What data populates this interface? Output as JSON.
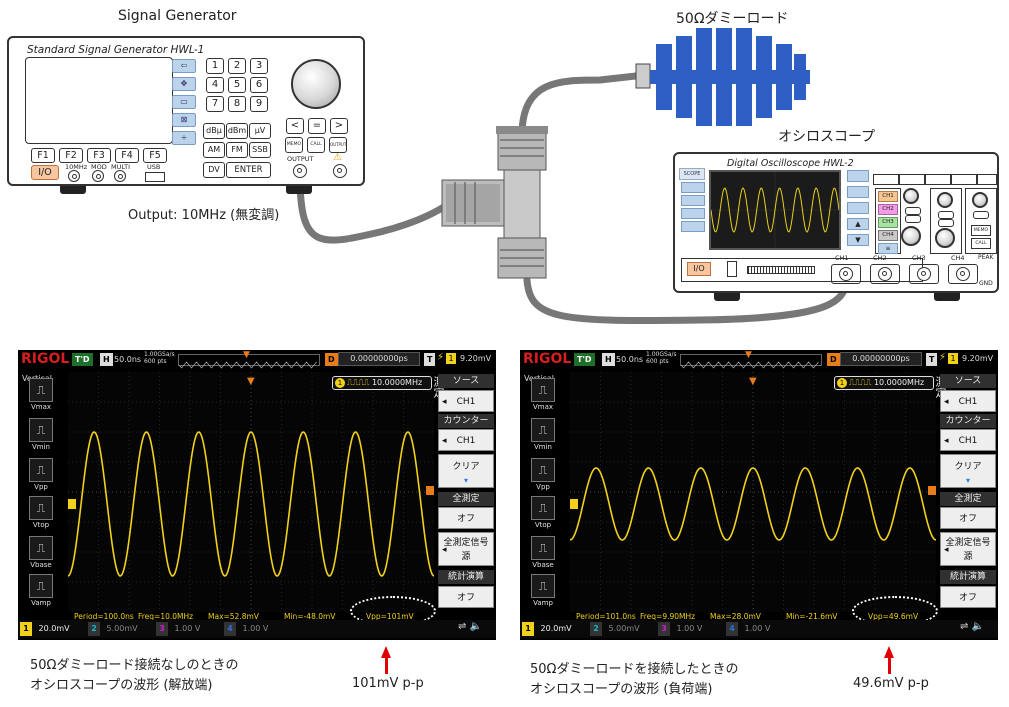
{
  "labels": {
    "signal_generator": "Signal Generator",
    "dummy_load": "50Ωダミーロード",
    "oscilloscope": "オシロスコープ",
    "output_note": "Output: 10MHz (無変調)"
  },
  "signal_generator": {
    "model": "Standard Signal Generator HWL-1",
    "keypad": [
      "1",
      "2",
      "3",
      "4",
      "5",
      "6",
      "7",
      "8",
      "9"
    ],
    "arrow_keys": [
      "<",
      "=",
      ">"
    ],
    "unit_keys": [
      "dBμ",
      "dBm",
      "μV"
    ],
    "mode_keys": [
      "AM",
      "FM",
      "SSB"
    ],
    "dv_key": "DV",
    "enter_key": "ENTER",
    "small_keys": [
      "MEMO",
      "CALL",
      "OUTPUT"
    ],
    "function_keys": [
      "F1",
      "F2",
      "F3",
      "F4",
      "F5"
    ],
    "io_key": "I/O",
    "connector_labels": [
      "10MHz",
      "MOD",
      "MULTI",
      "USB"
    ],
    "output_label": "OUTPUT"
  },
  "scope_illustration": {
    "model": "Digital Oscilloscope HWL-2",
    "scope_label": "SCOPE",
    "channels": [
      "CH1",
      "CH2",
      "CH3",
      "CH4"
    ],
    "channel_colors": [
      "#f7c58f",
      "#f39ce6",
      "#a6e3a1",
      "#c9c9c9"
    ],
    "io_key": "I/O",
    "memo_key": "MEMO",
    "call_key": "CALL",
    "peak_label": "PEAK",
    "gnd_label": "GND"
  },
  "rigol_common": {
    "logo": "RIGOL",
    "trigger_status": "T'D",
    "timebase_h": "H",
    "timebase": "50.0ns",
    "sample_rate": "1.00GSa/s",
    "points": "600 pts",
    "delay_d": "D",
    "delay": "0.00000000ps",
    "trigger_t": "T",
    "trigger_level": "9.20mV",
    "freq_counter": "10.0000MHz",
    "vertical_label": "Vertical",
    "side_buttons": [
      "Vmax",
      "Vmin",
      "Vpp",
      "Vtop",
      "Vbase",
      "Vamp"
    ],
    "measure_label": "測定",
    "menu": {
      "source_header": "ソース",
      "source_value": "CH1",
      "counter_header": "カウンター",
      "counter_value": "CH1",
      "clear": "クリア",
      "all_meas_header": "全測定",
      "all_meas_value": "オフ",
      "all_meas_source": "全測定信号源",
      "stats_header": "統計演算",
      "stats_value": "オフ"
    },
    "channels": [
      {
        "num": "1",
        "scale": "20.0mV",
        "color": "#f1d11a"
      },
      {
        "num": "2",
        "scale": "5.00mV",
        "color": "#19b5c9"
      },
      {
        "num": "3",
        "scale": "1.00 V",
        "color": "#d11ad1"
      },
      {
        "num": "4",
        "scale": "1.00 V",
        "color": "#2a6fd6"
      }
    ]
  },
  "screens": [
    {
      "period": "Period=100.0ns",
      "freq": "Freq=10.0MHz",
      "max": "Max=52.8mV",
      "min": "Min=-48.0mV",
      "vpp": "Vpp=101mV",
      "amplitude": 1.0,
      "caption_line1": "50Ωダミーロード接続なしのときの",
      "caption_line2": "オシロスコープの波形 (解放端)",
      "value_label": "101mV p-p"
    },
    {
      "period": "Period=101.0ns",
      "freq": "Freq=9.90MHz",
      "max": "Max=28.0mV",
      "min": "Min=-21.6mV",
      "vpp": "Vpp=49.6mV",
      "amplitude": 0.5,
      "caption_line1": "50Ωダミーロードを接続したときの",
      "caption_line2": "オシロスコープの波形 (負荷端)",
      "value_label": "49.6mV p-p"
    }
  ]
}
